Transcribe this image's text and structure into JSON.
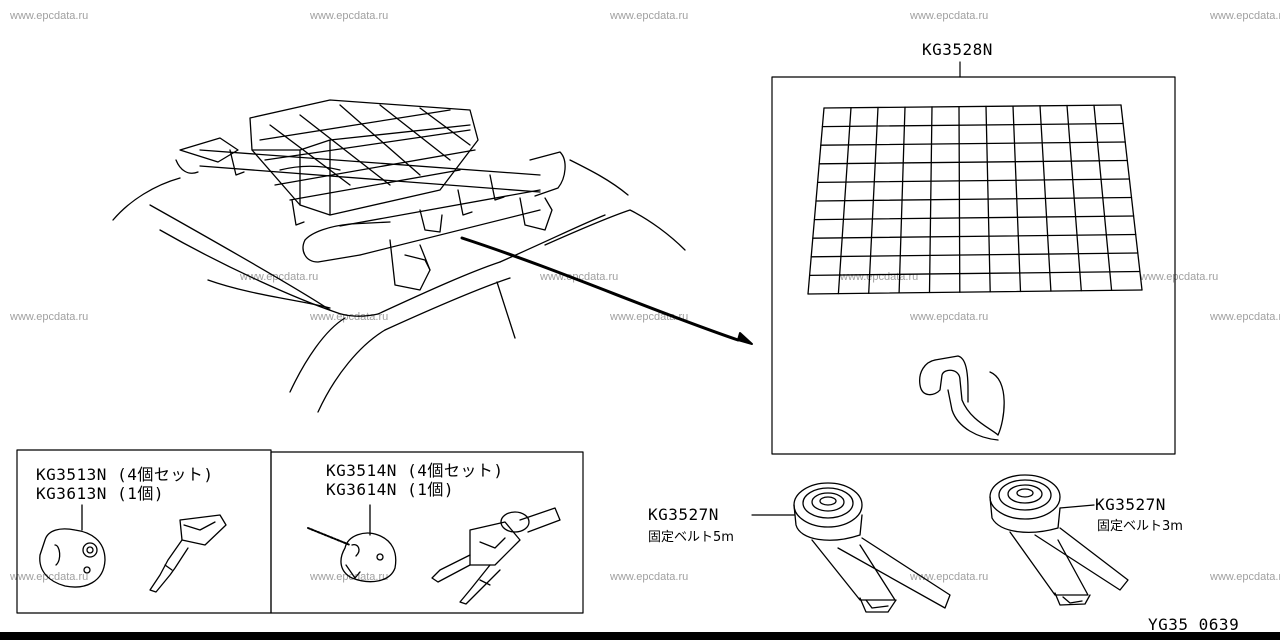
{
  "watermark": "www.epcdata.ru",
  "figure_code": "YG35 0639",
  "net": {
    "part": "KG3528N"
  },
  "lock_set_a": {
    "line1": "KG3513N (4個セット)",
    "line2": "KG3613N (1個)"
  },
  "lock_set_b": {
    "line1": "KG3514N (4個セット)",
    "line2": "KG3614N (1個)"
  },
  "belt_5m": {
    "part": "KG3527N",
    "desc": "固定ベルト5m"
  },
  "belt_3m": {
    "part": "KG3527N",
    "desc": "固定ベルト3m"
  }
}
